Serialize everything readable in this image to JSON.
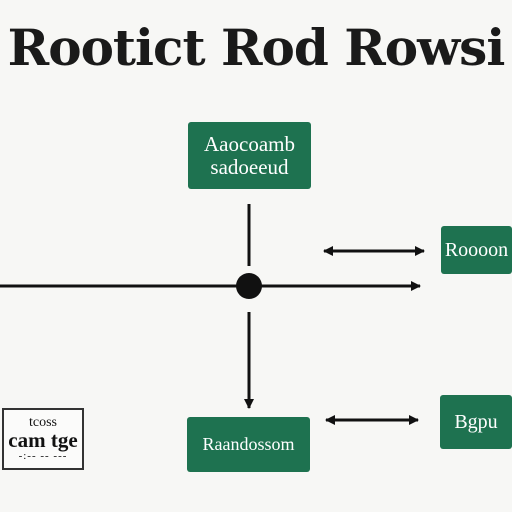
{
  "title": "Rootict Rod Rowsi",
  "nodes": {
    "top": {
      "line1": "Aaocoamb",
      "line2": "sadoeeud"
    },
    "right_mid": {
      "label": "Roooon"
    },
    "bottom_center": {
      "label": "Raandossom"
    },
    "bottom_right": {
      "label": "Bgpu"
    },
    "left_outline": {
      "line1": "tcoss",
      "line2": "cam tge",
      "line3": "-:-- -- ---"
    }
  },
  "colors": {
    "node_fill": "#1e7250",
    "node_text": "#ffffff",
    "line": "#111111",
    "background": "#f7f7f5"
  }
}
